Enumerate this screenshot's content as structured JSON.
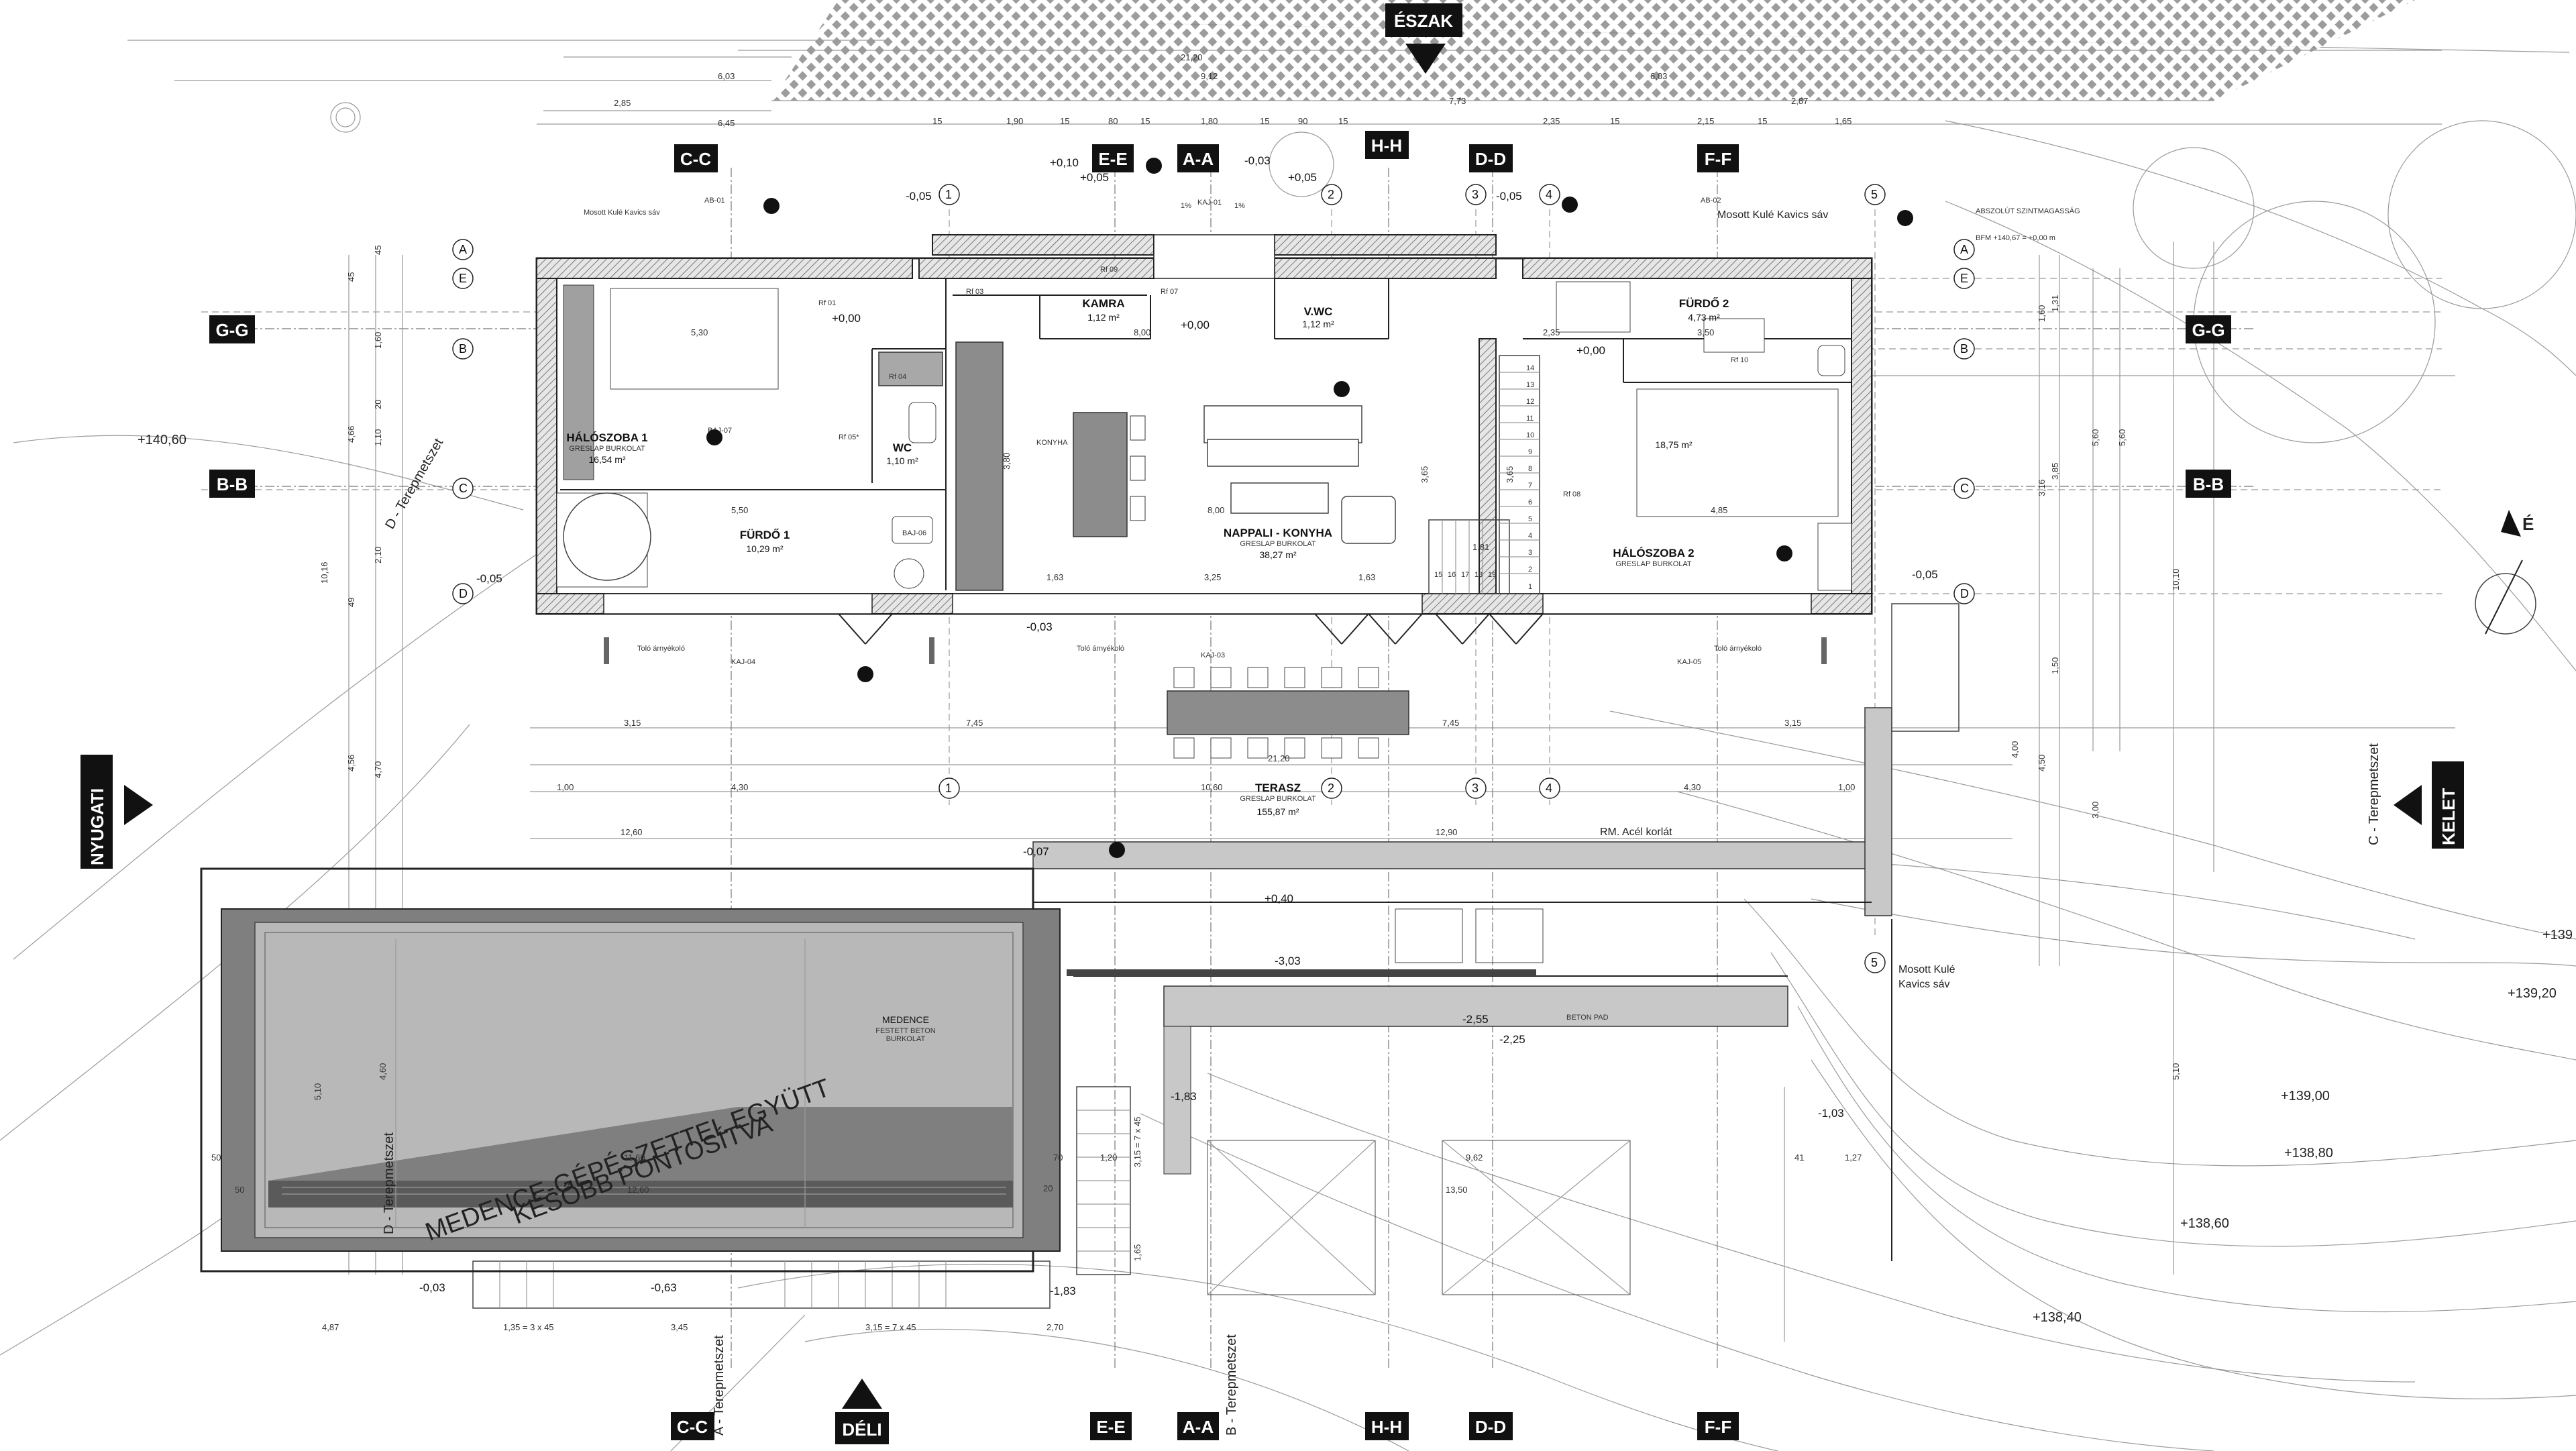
{
  "orientation": {
    "north": "ÉSZAK",
    "south": "DÉLI",
    "west": "NYUGATI",
    "east": "KELET",
    "north_arrow": "É"
  },
  "section_tags": {
    "cc": "C-C",
    "ee": "E-E",
    "aa": "A-A",
    "hh": "H-H",
    "dd": "D-D",
    "ff": "F-F",
    "gg": "G-G",
    "bb": "B-B"
  },
  "terrain_sections": {
    "a": "A - Terepmetszet",
    "b": "B - Terepmetszet",
    "c": "C - Terepmetszet",
    "d": "D - Terepmetszet"
  },
  "grid": {
    "cols": [
      "1",
      "2",
      "3",
      "4",
      "5"
    ],
    "rows": [
      "A",
      "E",
      "B",
      "C",
      "D"
    ]
  },
  "rooms": {
    "bedroom1": {
      "name": "HÁLÓSZOBA 1",
      "finish": "GRESLAP BURKOLAT",
      "area": "16,54 m²"
    },
    "bath1": {
      "name": "FÜRDŐ 1",
      "area": "10,29 m²"
    },
    "wc": {
      "name": "WC",
      "area": "1,10 m²"
    },
    "pantry": {
      "name": "KAMRA",
      "area": "1,12 m²"
    },
    "kitchen": {
      "name": "KONYHA"
    },
    "living": {
      "name": "NAPPALI - KONYHA",
      "finish": "GRESLAP BURKOLAT",
      "area": "38,27 m²"
    },
    "vwc": {
      "name": "V.WC",
      "area": "1,12 m²"
    },
    "bath2": {
      "name": "FÜRDŐ 2",
      "area": "4,73 m²"
    },
    "bedroom2": {
      "name": "HÁLÓSZOBA 2",
      "finish": "GRESLAP BURKOLAT",
      "area": "18,75 m²"
    },
    "terrace": {
      "name": "TERASZ",
      "finish": "GRESLAP BURKOLAT",
      "area": "155,87 m²"
    },
    "pool": {
      "name": "MEDENCE",
      "finish": "FESTETT BETON",
      "finish2": "BURKOLAT"
    }
  },
  "pool_note": [
    "MEDENCE-GÉPÉSZETTEL EGYÜTT",
    "KÉSŐBB PONTOSÍTVA"
  ],
  "notes": {
    "gravel_n": "Mosott Kulé Kavics sáv",
    "gravel_n2": "Mosott Kulé Kavics sáv",
    "gravel_e1": "Mosott Kulé",
    "gravel_e2": "Kavics sáv",
    "railing": "RM. Acél korlát",
    "abs_level": "ABSZOLÚT SZINTMAGASSÁG",
    "bfm": "BFM +140,67 = +0,00 m",
    "shade": "Toló árnyékoló",
    "beton": "BETON PAD",
    "slope": "1%"
  },
  "levels": {
    "l000a": "+0,00",
    "l000b": "+0,00",
    "l000c": "+0,00",
    "l005a": "-0,05",
    "l005b": "-0,05",
    "l005c": "-0,05",
    "l005d": "-0,05",
    "l005e": "+0,05",
    "l005f": "+0,05",
    "l003": "-0,03",
    "l003b": "-0,03",
    "l010": "+0,10",
    "l007": "-0,07",
    "l040": "+0,40",
    "l303": "-3,03",
    "l255": "-2,55",
    "l225": "-2,25",
    "l183a": "-1,83",
    "l183b": "-1,83",
    "l103": "-1,03",
    "l063": "-0,63",
    "l003c": "-0,03"
  },
  "contours": [
    "+140,60",
    "+139,20",
    "+139,00",
    "+138,80",
    "+138,60",
    "+138,40",
    "+139"
  ],
  "dims": {
    "top": [
      "6,03",
      "2,85",
      "6,45",
      "21,20",
      "9,12",
      "7,73",
      "6,03",
      "2,87",
      "15",
      "1,90",
      "15",
      "80",
      "15",
      "1,80",
      "15",
      "90",
      "15",
      "2,35",
      "15",
      "2,15",
      "15",
      "1,65"
    ],
    "house": [
      "5,30",
      "5,50",
      "8,00",
      "8,00",
      "2,35",
      "3,50",
      "4,85",
      "1,63",
      "3,25",
      "1,63",
      "3,80",
      "3,65",
      "3,65",
      "1,81"
    ],
    "lower": [
      "3,15",
      "7,45",
      "21,20",
      "7,45",
      "3,15",
      "1,00",
      "4,30",
      "10,60",
      "4,30",
      "1,00",
      "12,60",
      "12,90"
    ],
    "pool": [
      "11,60",
      "12,60",
      "5,10",
      "4,60",
      "50",
      "50",
      "70",
      "1,20",
      "20",
      "9,62",
      "13,50",
      "41",
      "1,27"
    ],
    "bottom": [
      "4,87",
      "1,35 = 3 x 45",
      "3,45",
      "3,15 = 7 x 45",
      "2,70",
      "3,15 = 7 x 45",
      "1,65"
    ],
    "left": [
      "45",
      "45",
      "1,60",
      "4,66",
      "1,10",
      "20",
      "2,10",
      "10,16",
      "49",
      "4,56",
      "4,70"
    ],
    "right": [
      "3,85",
      "3,16",
      "5,60",
      "5,60",
      "10,10",
      "4,00",
      "4,50",
      "3,00",
      "5,10",
      "1,50",
      "1,60",
      "1,31"
    ]
  },
  "tags_small": [
    "AB-01",
    "AB-02",
    "Rf 01",
    "Rf 03",
    "Rf 04",
    "Rf 05*",
    "Rf 07",
    "Rf 08",
    "Rf 09",
    "Rf 10",
    "KAJ-01",
    "KAJ-03",
    "KAJ-04",
    "KAJ-05",
    "BAJ-06",
    "BAJ-07"
  ],
  "stair_numbers": [
    "1",
    "2",
    "3",
    "4",
    "5",
    "6",
    "7",
    "8",
    "9",
    "10",
    "11",
    "12",
    "13",
    "14",
    "15",
    "16",
    "17",
    "18",
    "19"
  ]
}
